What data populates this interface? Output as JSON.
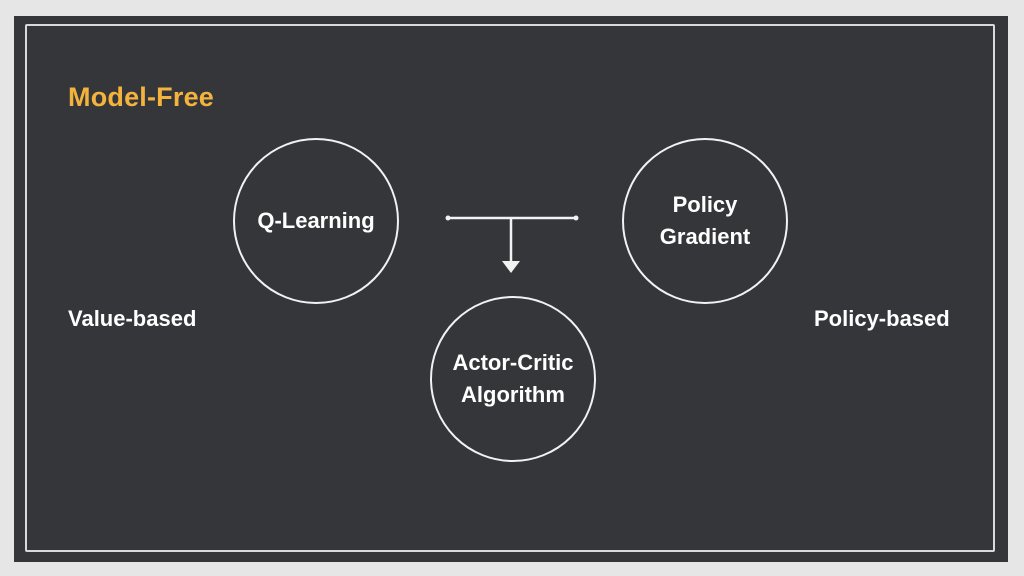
{
  "title": "Model-Free",
  "labels": {
    "left": "Value-based",
    "right": "Policy-based"
  },
  "nodes": {
    "q_learning": "Q-Learning",
    "policy_gradient": "Policy\nGradient",
    "actor_critic": "Actor-Critic\nAlgorithm"
  },
  "colors": {
    "background": "#34363a",
    "accent": "#f3b33d",
    "text": "#ffffff"
  }
}
